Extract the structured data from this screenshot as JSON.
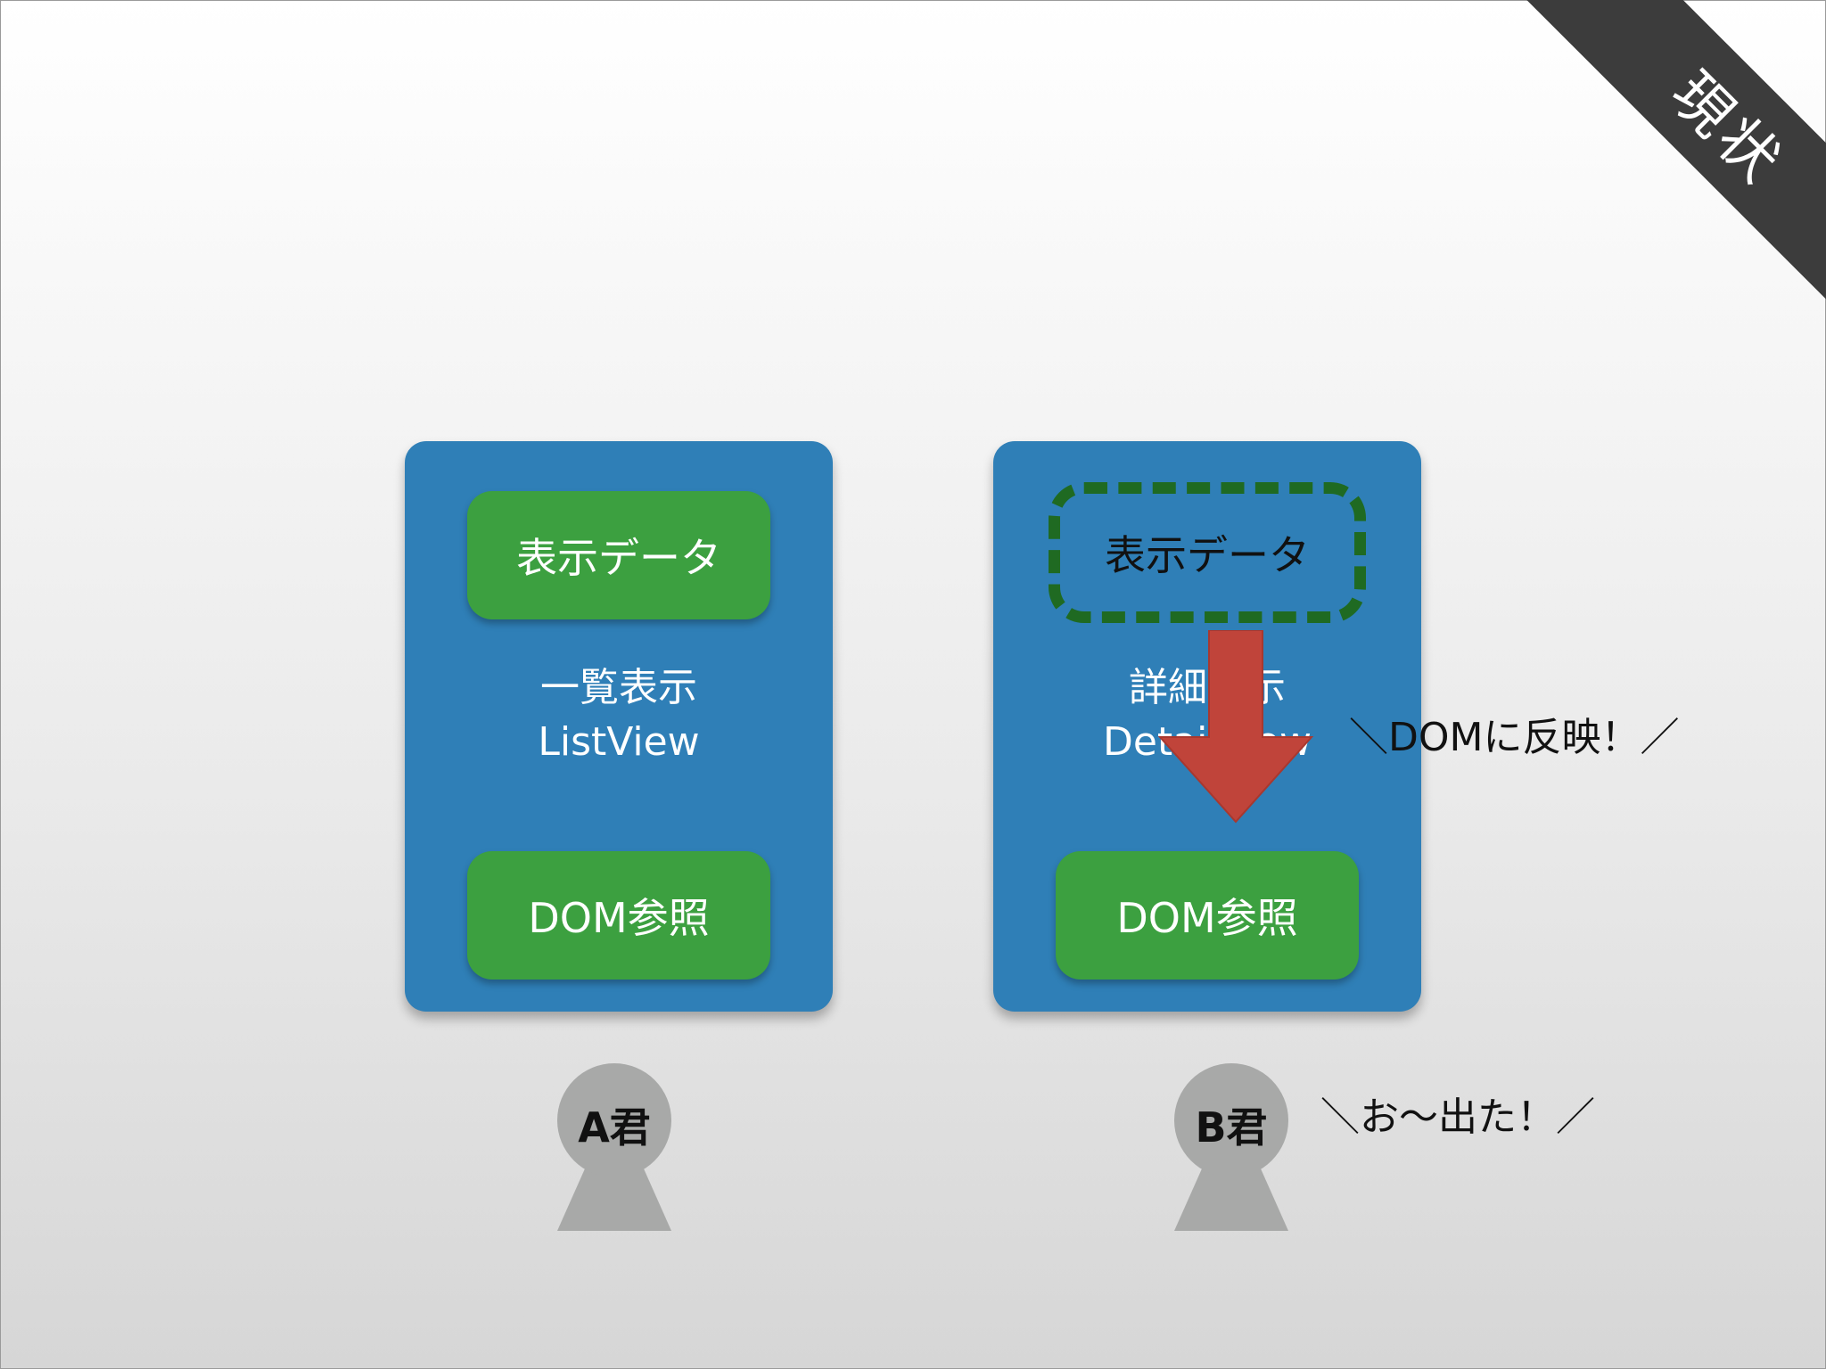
{
  "corner_label": "現状",
  "cards": {
    "left": {
      "top_box": "表示データ",
      "title_jp": "一覧表示",
      "title_en": "ListView",
      "bottom_box": "DOM参照"
    },
    "right": {
      "top_box": "表示データ",
      "title_jp": "詳細表示",
      "title_en": "DetailView",
      "bottom_box": "DOM参照"
    }
  },
  "persons": {
    "a": "A君",
    "b": "B君"
  },
  "callouts": {
    "dom_reflect": "＼DOMに反映！／",
    "appeared": "＼お〜出た！／"
  },
  "colors": {
    "card_blue": "#2f7fb7",
    "box_green": "#3ca040",
    "dashed_green": "#1f6a22",
    "arrow_red": "#c0443a",
    "person_gray": "#a8a9a8",
    "ribbon": "#3c3c3c"
  }
}
